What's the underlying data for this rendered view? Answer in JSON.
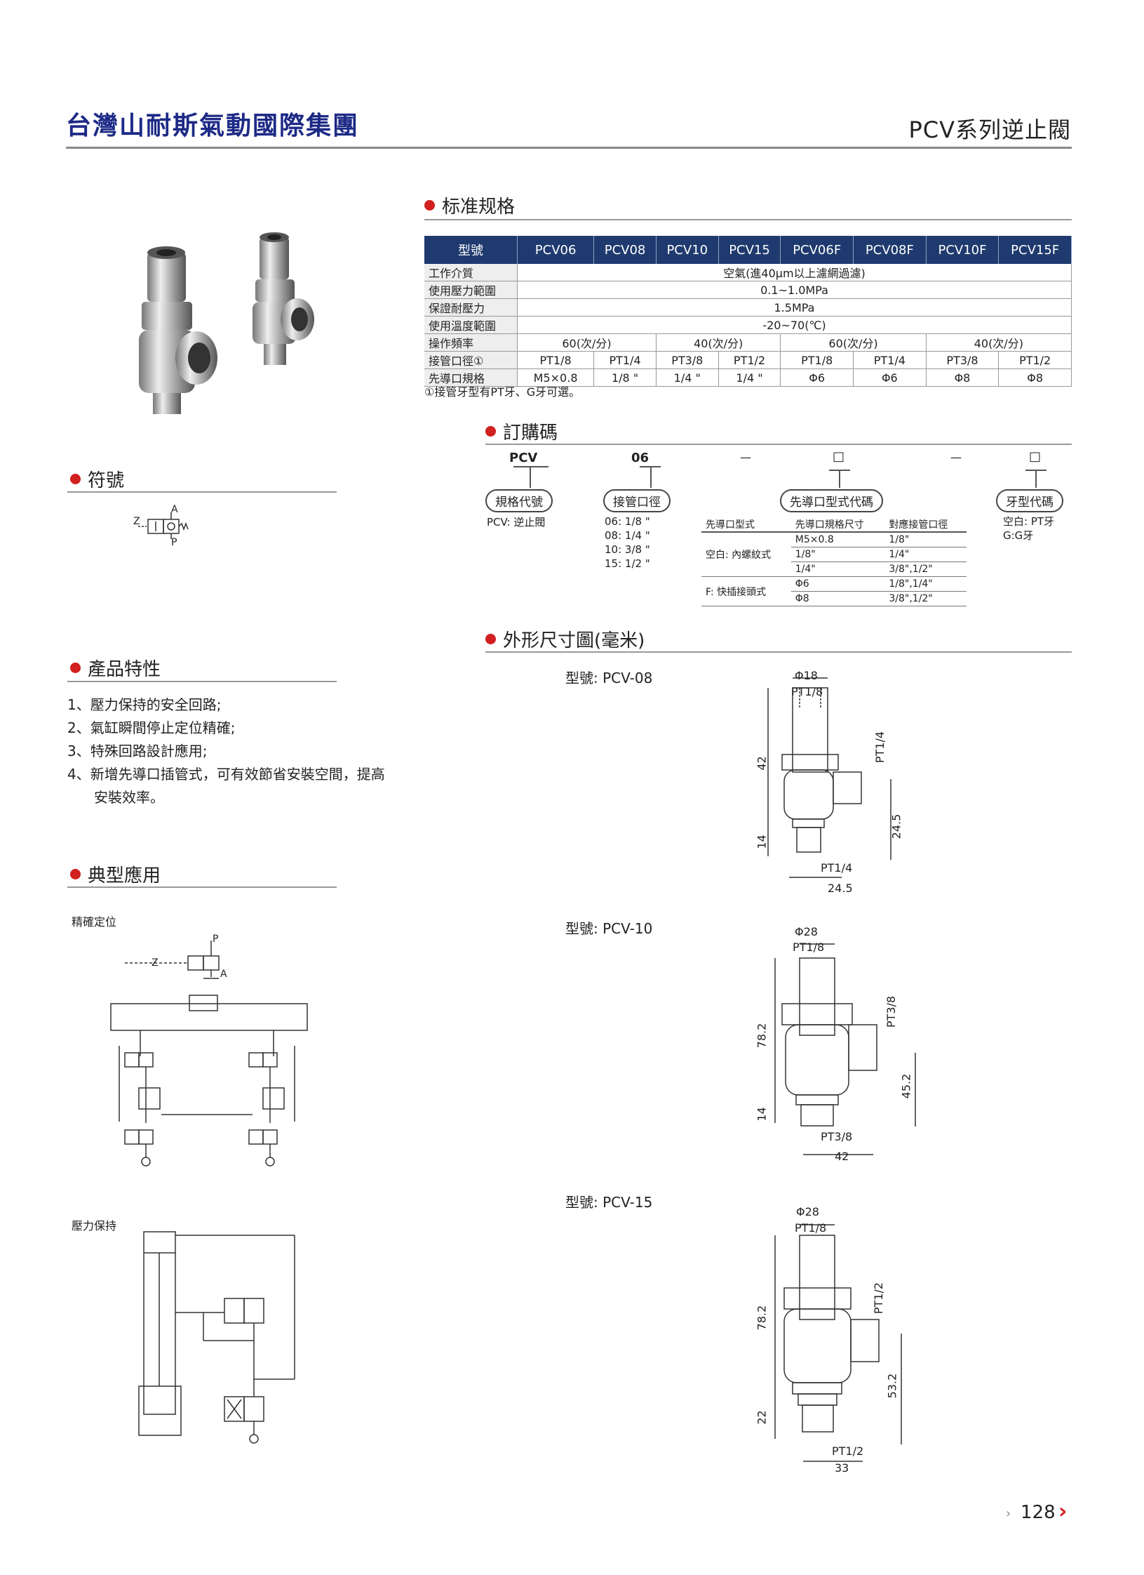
{
  "header": {
    "brand": "台灣山耐斯氣動國際集團",
    "series": "PCV系列逆止閥"
  },
  "spec": {
    "title": "标准规格",
    "columns": [
      "型號",
      "PCV06",
      "PCV08",
      "PCV10",
      "PCV15",
      "PCV06F",
      "PCV08F",
      "PCV10F",
      "PCV15F"
    ],
    "medium": {
      "label": "工作介質",
      "value": "空氣(進40μm以上濾網過濾)"
    },
    "pressure": {
      "label": "使用壓力範圍",
      "value": "0.1~1.0MPa"
    },
    "proof": {
      "label": "保證耐壓力",
      "value": "1.5MPa"
    },
    "temp": {
      "label": "使用溫度範圍",
      "value": "-20~70(℃)"
    },
    "freq": {
      "label": "操作頻率",
      "values": [
        "60(次/分)",
        "40(次/分)",
        "60(次/分)",
        "40(次/分)"
      ]
    },
    "port": {
      "label": "接管口徑①",
      "values": [
        "PT1/8",
        "PT1/4",
        "PT3/8",
        "PT1/2",
        "PT1/8",
        "PT1/4",
        "PT3/8",
        "PT1/2"
      ]
    },
    "pilot": {
      "label": "先導口規格",
      "values": [
        "M5×0.8",
        "1/8 \"",
        "1/4 \"",
        "1/4 \"",
        "Φ6",
        "Φ6",
        "Φ8",
        "Φ8"
      ]
    },
    "note": "①接管牙型有PT牙、G牙可選。"
  },
  "order": {
    "title": "訂購碼",
    "code1": "PCV",
    "code2": "06",
    "dash": "—",
    "box": "□",
    "p1": "規格代號",
    "p2": "接管口徑",
    "p3": "先導口型式代碼",
    "p4": "牙型代碼",
    "p1_desc": "PCV: 逆止閥",
    "p2_desc": [
      "06: 1/8 \"",
      "08: 1/4 \"",
      "10: 3/8 \"",
      "15: 1/2 \""
    ],
    "p4_desc": [
      "空白: PT牙",
      "G:G牙"
    ],
    "tbl_head": [
      "先導口型式",
      "先導口規格尺寸",
      "對應接管口徑"
    ],
    "tbl_rows": [
      [
        "M5×0.8",
        "1/8\""
      ],
      [
        "1/8\"",
        "1/4\""
      ],
      [
        "1/4\"",
        "3/8\",1/2\""
      ],
      [
        "Φ6",
        "1/8\",1/4\""
      ],
      [
        "Φ8",
        "3/8\",1/2\""
      ]
    ],
    "group1": "空白: 內螺紋式",
    "group2": "F: 快插接頭式"
  },
  "symbol": {
    "title": "符號",
    "z": "Z",
    "a": "A",
    "p": "P"
  },
  "features": {
    "title": "產品特性",
    "items": [
      "1、壓力保持的安全回路;",
      "2、氣缸瞬間停止定位精確;",
      "3、特殊回路設計應用;",
      "4、新增先導口插管式，可有效節省安裝空間，提高"
    ],
    "cont": "安裝效率。"
  },
  "apps": {
    "title": "典型應用",
    "a1": "精確定位",
    "a2": "壓力保持",
    "z": "Z",
    "p": "P",
    "a": "A"
  },
  "dims": {
    "title": "外形尺寸圖(毫米)",
    "d1": {
      "model": "型號: PCV-08",
      "phi": "Φ18",
      "top": "PT1/8",
      "side": "PT1/4",
      "h1": "42",
      "h2": "14",
      "hr": "24.5",
      "bot": "PT1/4",
      "w": "24.5"
    },
    "d2": {
      "model": "型號: PCV-10",
      "phi": "Φ28",
      "top": "PT1/8",
      "side": "PT3/8",
      "h1": "78.2",
      "h2": "14",
      "hr": "45.2",
      "bot": "PT3/8",
      "w": "42"
    },
    "d3": {
      "model": "型號: PCV-15",
      "phi": "Φ28",
      "top": "PT1/8",
      "side": "PT1/2",
      "h1": "78.2",
      "h2": "22",
      "hr": "53.2",
      "bot": "PT1/2",
      "w": "33"
    }
  },
  "page": {
    "num": "128"
  }
}
